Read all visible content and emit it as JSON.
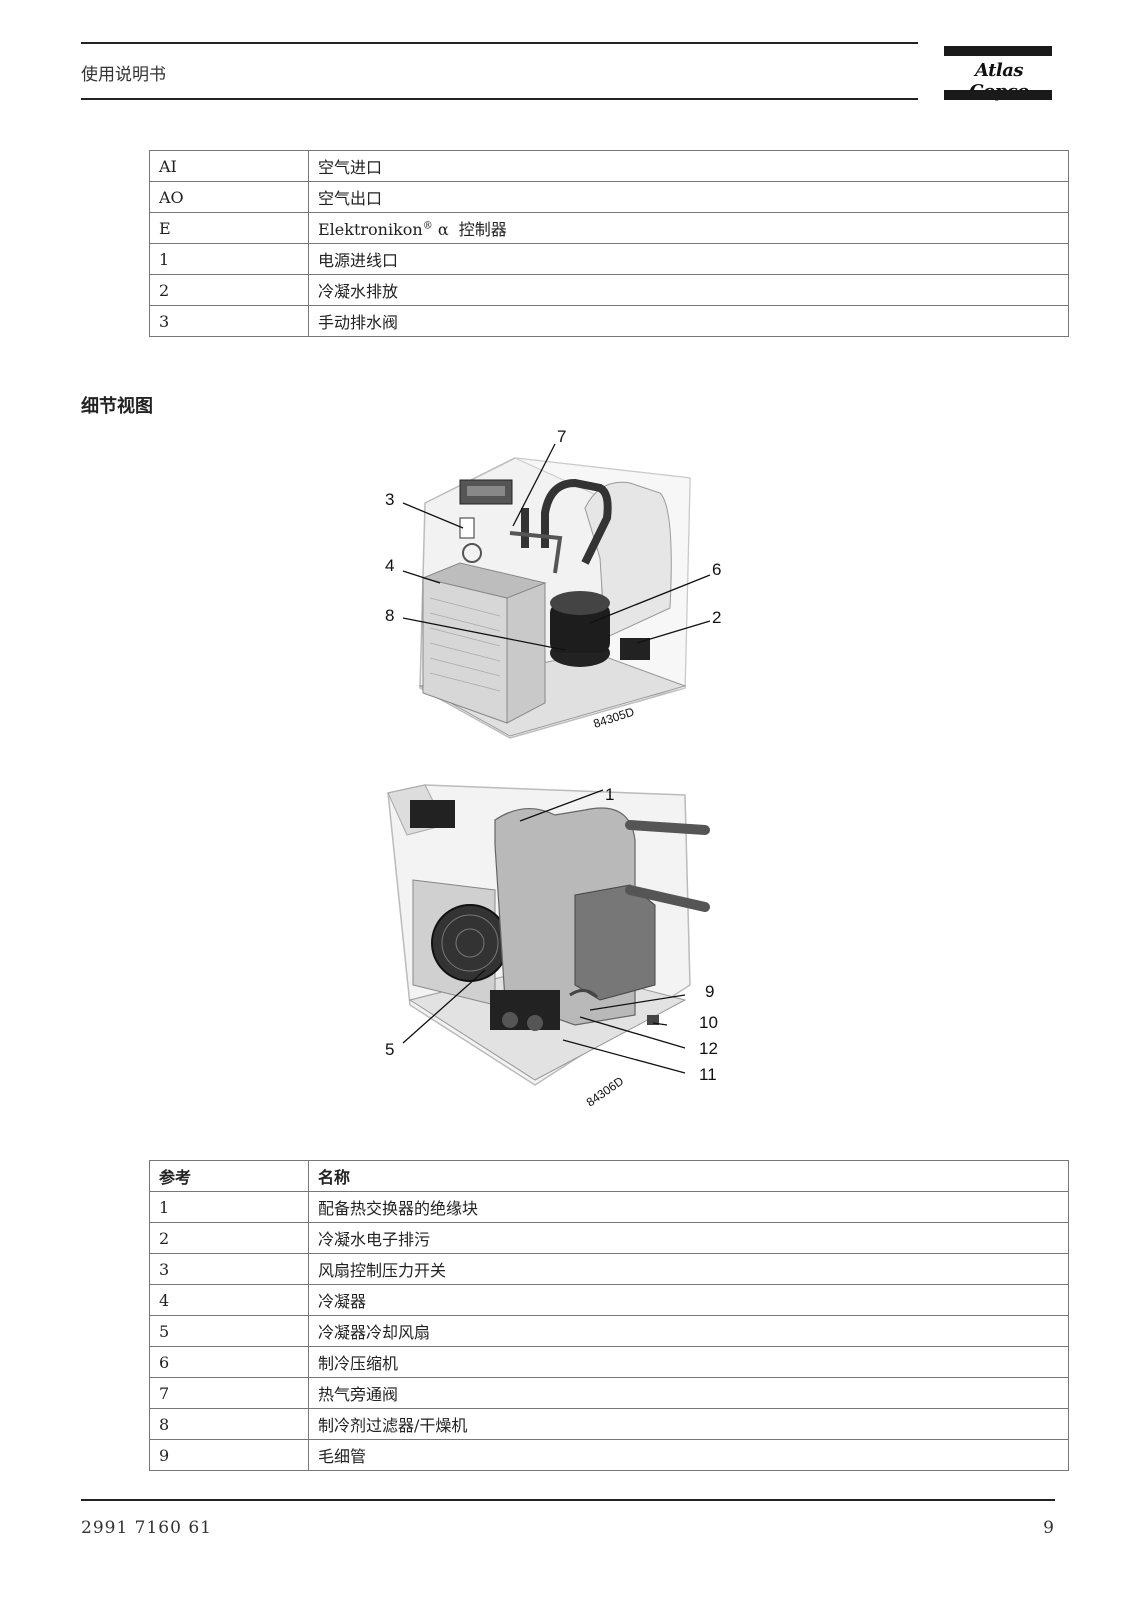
{
  "header": {
    "title": "使用说明书",
    "logo_text": "Atlas Copco"
  },
  "connections_table": {
    "rows": [
      {
        "ref": "AI",
        "name": "空气进口"
      },
      {
        "ref": "AO",
        "name": "空气出口"
      },
      {
        "ref": "E",
        "name_main": "Elektronikon",
        "name_sup": "®",
        "name_rest": " α  控制器"
      },
      {
        "ref": "1",
        "name": "电源进线口"
      },
      {
        "ref": "2",
        "name": "冷凝水排放"
      },
      {
        "ref": "3",
        "name": "手动排水阀"
      }
    ]
  },
  "section": {
    "title": "细节视图"
  },
  "figure_top": {
    "code": "84305D",
    "callouts": [
      "7",
      "3",
      "4",
      "6",
      "8",
      "2"
    ]
  },
  "figure_bottom": {
    "code": "84306D",
    "callouts": [
      "1",
      "9",
      "10",
      "5",
      "12",
      "11"
    ]
  },
  "parts_table": {
    "header": {
      "ref": "参考",
      "name": "名称"
    },
    "rows": [
      {
        "ref": "1",
        "name": "配备热交换器的绝缘块"
      },
      {
        "ref": "2",
        "name": "冷凝水电子排污"
      },
      {
        "ref": "3",
        "name": "风扇控制压力开关"
      },
      {
        "ref": "4",
        "name": "冷凝器"
      },
      {
        "ref": "5",
        "name": "冷凝器冷却风扇"
      },
      {
        "ref": "6",
        "name": "制冷压缩机"
      },
      {
        "ref": "7",
        "name": "热气旁通阀"
      },
      {
        "ref": "8",
        "name": "制冷剂过滤器/干燥机"
      },
      {
        "ref": "9",
        "name": "毛细管"
      }
    ]
  },
  "footer": {
    "doc_number": "2991 7160 61",
    "page_number": "9"
  }
}
